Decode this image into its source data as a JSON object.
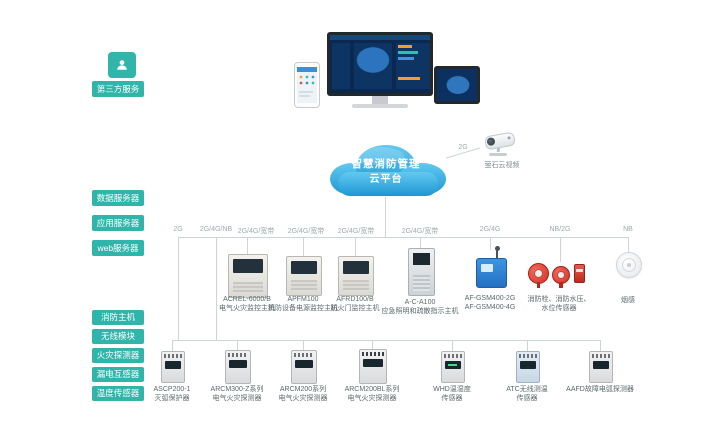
{
  "third_party": {
    "label": "第三方服务"
  },
  "cloud": {
    "line1": "智慧消防管理",
    "line2": "云平台"
  },
  "camera": {
    "conn": "2G",
    "label": "萤石云视频"
  },
  "servers": [
    "数据服务器",
    "应用服务器",
    "web服务器"
  ],
  "categories": [
    "消防主机",
    "无线模块",
    "火灾探测器",
    "漏电互感器",
    "温度传感器"
  ],
  "connections": [
    "2G",
    "2G/4G/NB",
    "2G/4G/宽带",
    "2G/4G/宽带",
    "2G/4G/宽带",
    "2G/4G/宽带",
    "2G/4G",
    "NB/2G",
    "NB"
  ],
  "middle_devices": [
    {
      "line1": "ACREL-6000/B",
      "line2": "电气火灾监控主机"
    },
    {
      "line1": "APFM100",
      "line2": "消防设备电源监控主机"
    },
    {
      "line1": "AFRD100/B",
      "line2": "防火门监控主机"
    },
    {
      "line1": "A-C-A100",
      "line2": "应急照明和疏散指示主机"
    },
    {
      "line1": "AF-GSM400-2G",
      "line2": "AF-GSM400-4G"
    },
    {
      "line1": "消防栓、消防水压、",
      "line2": "水位传感器"
    },
    {
      "line1": "烟感",
      "line2": ""
    }
  ],
  "bottom_devices": [
    {
      "line1": "ASCP200-1",
      "line2": "灭弧保护器"
    },
    {
      "line1": "ARCM300-Z系列",
      "line2": "电气火灾探测器"
    },
    {
      "line1": "ARCM200系列",
      "line2": "电气火灾探测器"
    },
    {
      "line1": "ARCM200BL系列",
      "line2": "电气火灾探测器"
    },
    {
      "line1": "WHD温湿度",
      "line2": "传感器"
    },
    {
      "line1": "ATC无线测温",
      "line2": "传感器"
    },
    {
      "line1": "AAFD故障电弧探测器",
      "line2": ""
    }
  ],
  "icons": {
    "third_party": "person-icon",
    "camera": "cctv-camera-icon",
    "smoke": "smoke-detector-icon",
    "antenna": "antenna-icon"
  },
  "colors": {
    "teal": "#2fb5aa",
    "cloud_blue": "#2196d4",
    "line_gray": "#ccd6d6",
    "alarm_red": "#d62f24",
    "gateway_blue": "#2e86d8",
    "label_gray": "#9aacac",
    "text_gray": "#5a6a6a"
  }
}
